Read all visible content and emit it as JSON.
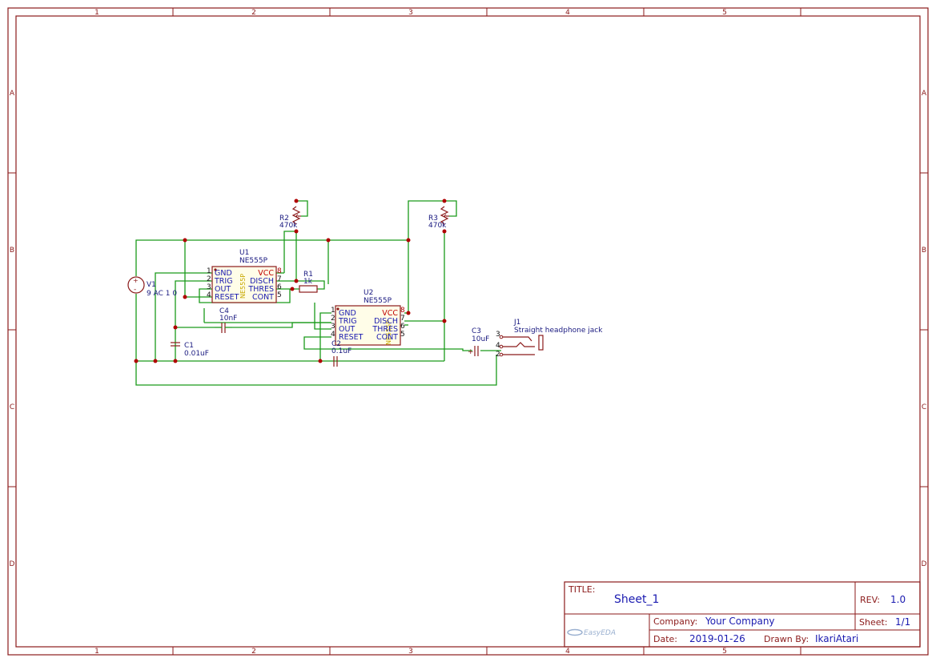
{
  "frame": {
    "col_labels": [
      "1",
      "2",
      "3",
      "4",
      "5"
    ],
    "row_labels": [
      "A",
      "B",
      "C",
      "D"
    ]
  },
  "components": {
    "u1": {
      "ref": "U1",
      "value": "NE555P",
      "body_text": "NE555P",
      "pins_left": [
        {
          "num": "1",
          "name": "GND"
        },
        {
          "num": "2",
          "name": "TRIG"
        },
        {
          "num": "3",
          "name": "OUT"
        },
        {
          "num": "4",
          "name": "RESET"
        }
      ],
      "pins_right": [
        {
          "num": "8",
          "name": "VCC"
        },
        {
          "num": "7",
          "name": "DISCH"
        },
        {
          "num": "6",
          "name": "THRES"
        },
        {
          "num": "5",
          "name": "CONT"
        }
      ]
    },
    "u2": {
      "ref": "U2",
      "value": "NE555P",
      "body_text": "NE555P",
      "pins_left": [
        {
          "num": "1",
          "name": "GND"
        },
        {
          "num": "2",
          "name": "TRIG"
        },
        {
          "num": "3",
          "name": "OUT"
        },
        {
          "num": "4",
          "name": "RESET"
        }
      ],
      "pins_right": [
        {
          "num": "8",
          "name": "VCC"
        },
        {
          "num": "7",
          "name": "DISCH"
        },
        {
          "num": "6",
          "name": "THRES"
        },
        {
          "num": "5",
          "name": "CONT"
        }
      ]
    },
    "r1": {
      "ref": "R1",
      "value": "1k"
    },
    "r2": {
      "ref": "R2",
      "value": "470k"
    },
    "r3": {
      "ref": "R3",
      "value": "470k"
    },
    "c1": {
      "ref": "C1",
      "value": "0.01uF"
    },
    "c2": {
      "ref": "C2",
      "value": "0.1uF"
    },
    "c3": {
      "ref": "C3",
      "value": "10uF",
      "polarity": "+"
    },
    "c4": {
      "ref": "C4",
      "value": "10nF"
    },
    "v1": {
      "ref": "V1",
      "value": "9 AC 1 0",
      "plus": "+",
      "minus": "-"
    },
    "j1": {
      "ref": "J1",
      "value": "Straight headphone jack",
      "pins": [
        "3",
        "4",
        "2"
      ]
    }
  },
  "title_block": {
    "title_label": "TITLE:",
    "title": "Sheet_1",
    "rev_label": "REV:",
    "rev": "1.0",
    "company_label": "Company:",
    "company": "Your Company",
    "sheet_label": "Sheet:",
    "sheet": "1/1",
    "date_label": "Date:",
    "date": "2019-01-26",
    "drawn_label": "Drawn By:",
    "drawn_by": "IkariAtari",
    "logo": "EasyEDA"
  },
  "colors": {
    "border": "#8b1a1a",
    "wire": "#1a9a1a",
    "junction": "#b00000",
    "pin_name": "#1a1ab0",
    "power_pin": "#c00000"
  }
}
